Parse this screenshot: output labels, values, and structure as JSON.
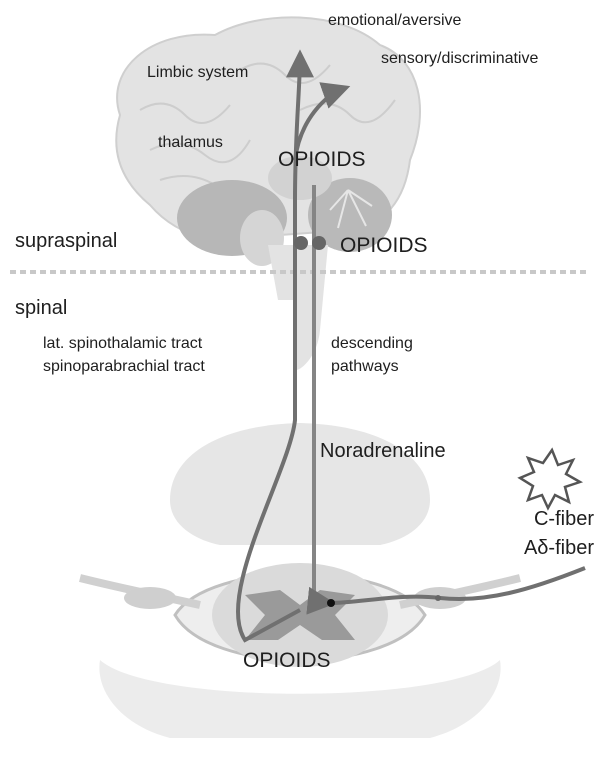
{
  "labels": {
    "emotional": "emotional/aversive",
    "sensory": "sensory/discriminative",
    "limbic": "Limbic system",
    "thalamus": "thalamus",
    "opioids_brain": "OPIOIDS",
    "opioids_brainstem": "OPIOIDS",
    "supraspinal": "supraspinal",
    "spinal": "spinal",
    "ascending_tract_1": "lat. spinothalamic tract",
    "ascending_tract_2": "spinoparabrachial tract",
    "descending_1": "descending",
    "descending_2": "pathways",
    "noradrenaline": "Noradrenaline",
    "c_fiber": "C-fiber",
    "adelta_fiber": "Aδ-fiber",
    "opioids_spinal": "OPIOIDS"
  },
  "colors": {
    "pathway": "#707070",
    "brain": "#e3e3e3",
    "brain_dark": "#9a9a9a",
    "tissue": "#e6e6e6",
    "divider": "#c8c8c8"
  }
}
